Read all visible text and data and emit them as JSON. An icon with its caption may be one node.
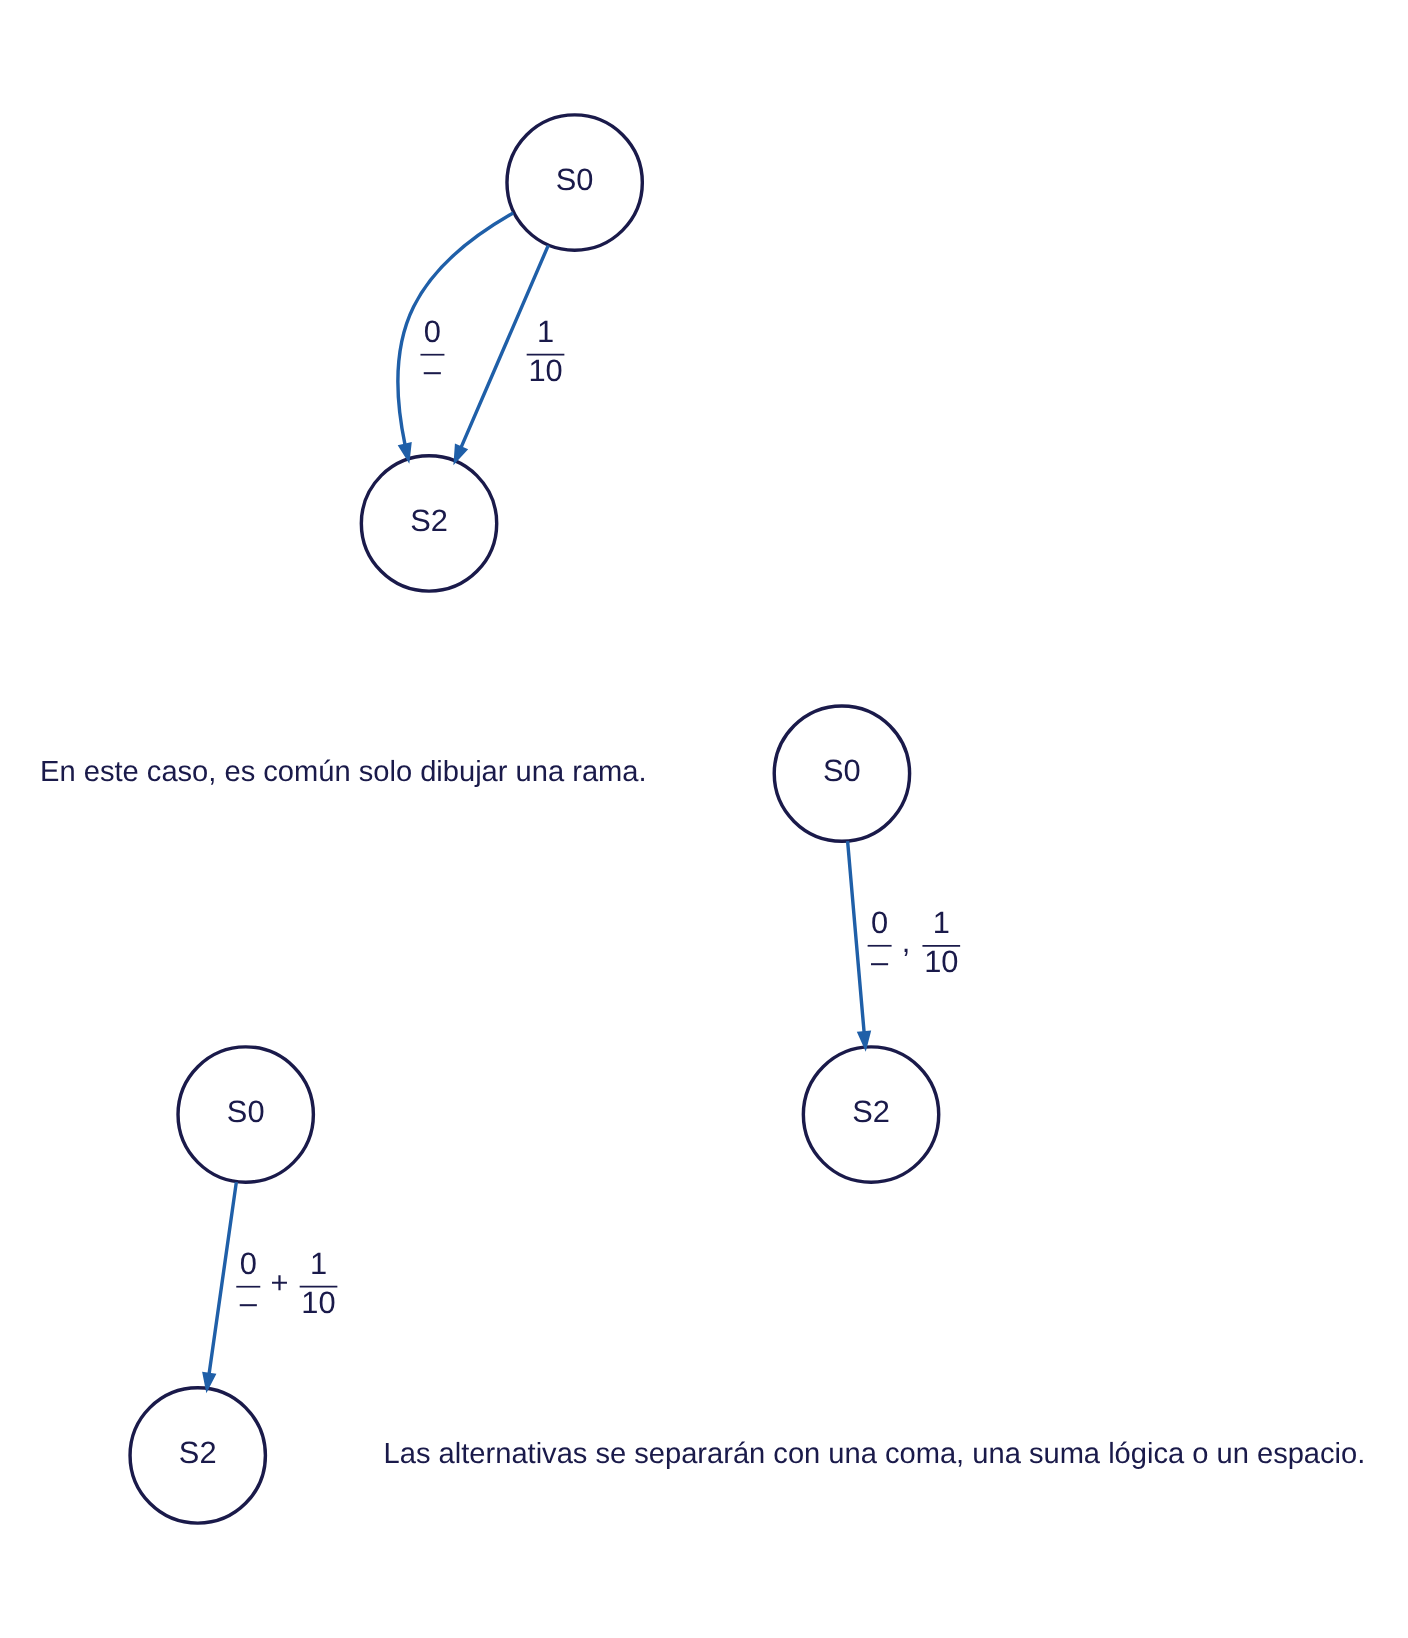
{
  "diagram": {
    "nodes": [
      {
        "text": [
          "S0"
        ]
      },
      {
        "text": [
          "S2"
        ]
      },
      {
        "text": [
          "S0"
        ]
      },
      {
        "text": [
          "S2"
        ]
      },
      {
        "text": [
          "S0"
        ]
      },
      {
        "text": [
          "S2"
        ]
      }
    ],
    "edges": [
      {
        "from": 0,
        "to": 1,
        "arrow": "to",
        "label": "0 –"
      },
      {
        "from": 0,
        "to": 1,
        "arrow": "to",
        "label": "1 10"
      },
      {
        "from": 2,
        "to": 3,
        "arrow": "to",
        "label": "0 – , 1 10"
      },
      {
        "from": 4,
        "to": 5,
        "arrow": "to",
        "label": "0 – + 1 10"
      }
    ],
    "labels": [
      "En este caso, es común solo dibujar una rama.",
      "Las alternativas se separarán con una coma, una suma lógica o un espacio."
    ]
  }
}
